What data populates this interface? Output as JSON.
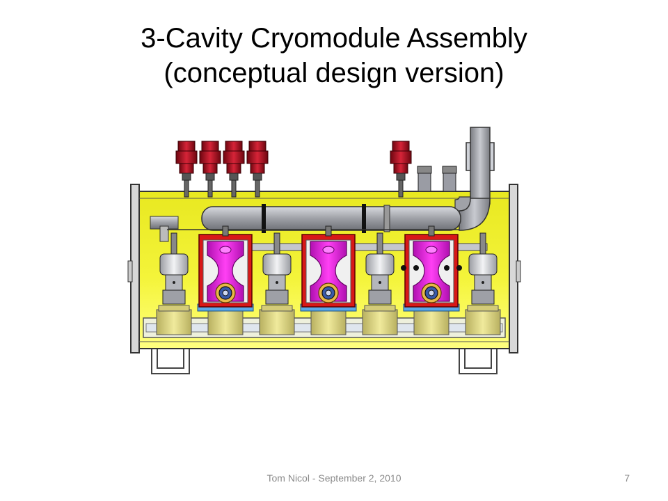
{
  "slide": {
    "title_line1": "3-Cavity Cryomodule Assembly",
    "title_line2": "(conceptual design version)"
  },
  "footer": {
    "credit": "Tom Nicol - September 2, 2010",
    "page_number": "7"
  },
  "diagram": {
    "cavity_count": 3,
    "tuner_count": 4,
    "support_post_count": 7,
    "colors": {
      "vessel_fill_top": "#f0f030",
      "vessel_fill_bottom": "#ffff66",
      "cavity_magenta": "#e020d8",
      "cavity_frame_red": "#d81818",
      "coupler_dark_red": "#9a0c1c",
      "pipe_gray": "#a8aab0",
      "post_tan": "#e0d890",
      "outline": "#222222"
    }
  }
}
